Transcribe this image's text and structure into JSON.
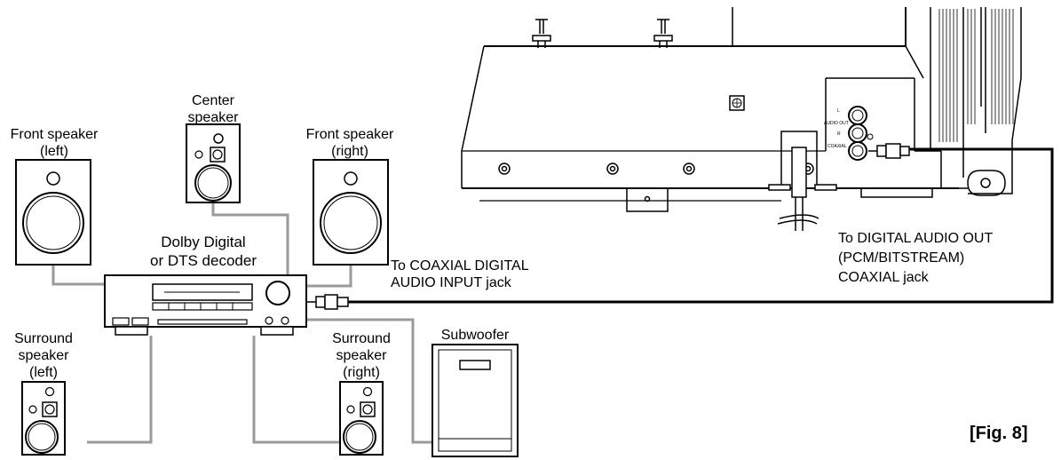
{
  "labels": {
    "front_left_1": "Front speaker",
    "front_left_2": "(left)",
    "center_1": "Center",
    "center_2": "speaker",
    "front_right_1": "Front speaker",
    "front_right_2": "(right)",
    "decoder_1": "Dolby Digital",
    "decoder_2": "or DTS decoder",
    "coax_in_1": "To COAXIAL DIGITAL",
    "coax_in_2": "AUDIO INPUT jack",
    "digital_out_1": "To DIGITAL AUDIO OUT",
    "digital_out_2": "(PCM/BITSTREAM)",
    "digital_out_3": "COAXIAL jack",
    "surround_left_1": "Surround",
    "surround_left_2": "speaker",
    "surround_left_3": "(left)",
    "surround_right_1": "Surround",
    "surround_right_2": "speaker",
    "surround_right_3": "(right)",
    "subwoofer": "Subwoofer",
    "figure": "[Fig. 8]"
  },
  "tv_panel": {
    "jack_l": "L",
    "jack_audio_out": "AUDIO OUT",
    "jack_r": "R",
    "jack_coaxial": "COAXIAL"
  }
}
